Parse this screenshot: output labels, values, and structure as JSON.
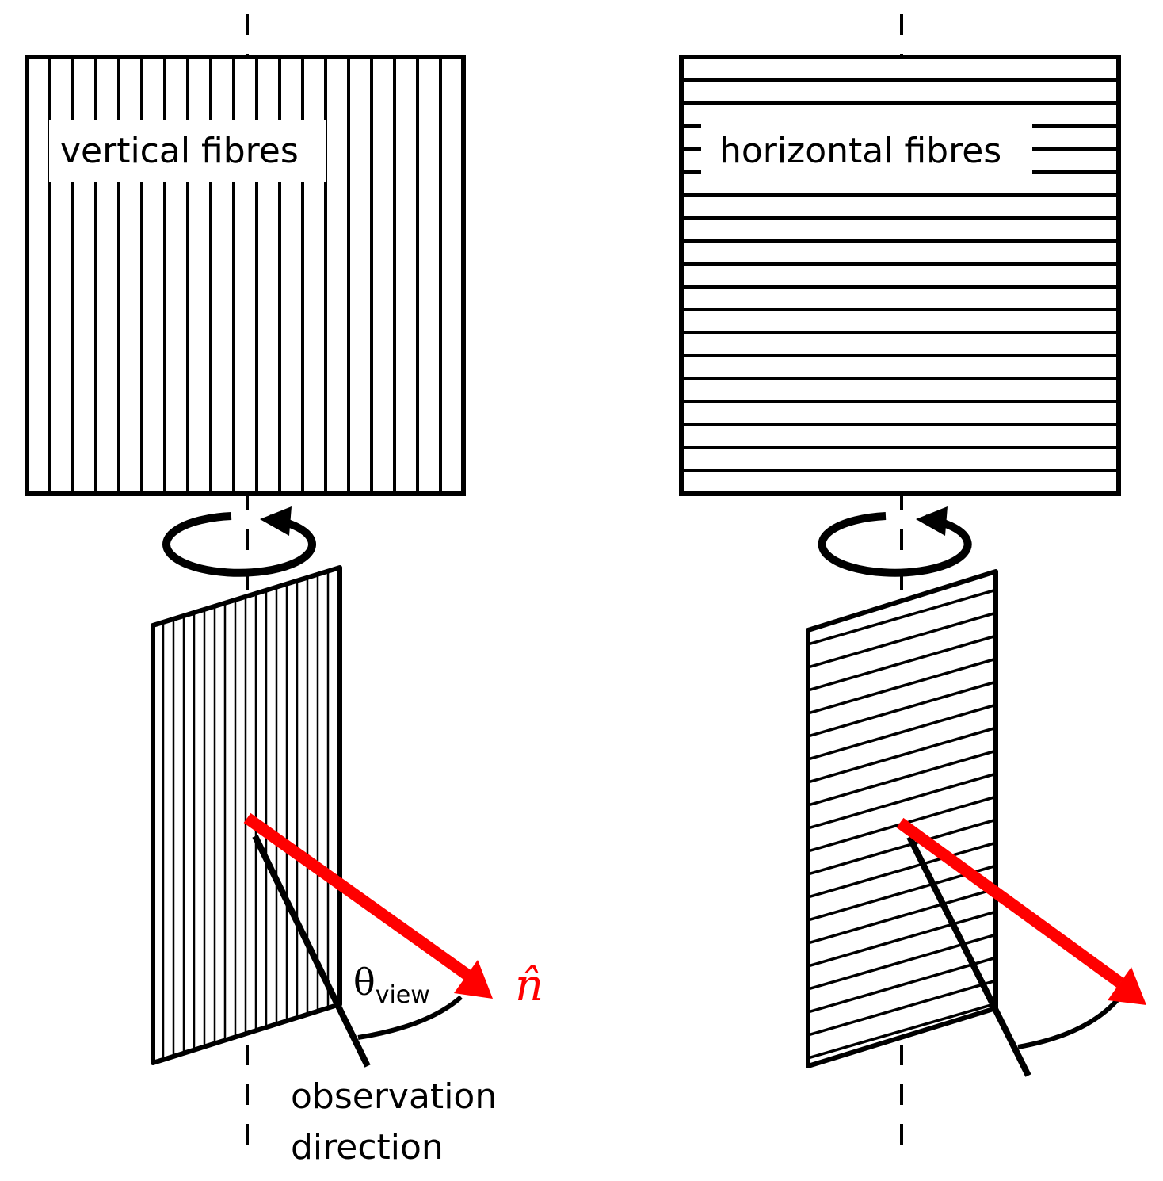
{
  "labels": {
    "left_panel": "vertical fibres",
    "right_panel": "horizontal fibres",
    "observation_line1": "observation",
    "observation_line2": "direction",
    "theta_symbol": "θ",
    "theta_subscript": "view",
    "normal_vector": "n̂"
  },
  "colors": {
    "stroke": "#000000",
    "normal_arrow": "#ff0000",
    "background": "#ffffff"
  }
}
